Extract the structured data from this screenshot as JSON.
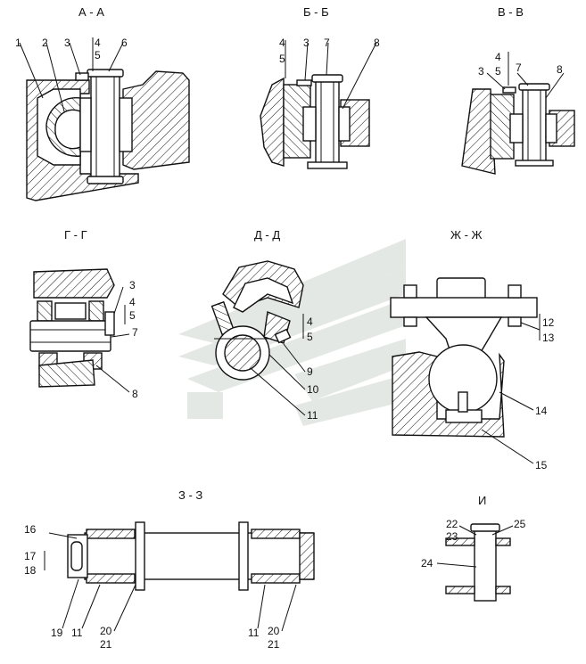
{
  "sections": {
    "aa": {
      "title": "А - А",
      "callouts": [
        "1",
        "2",
        "3",
        "4",
        "5",
        "6"
      ]
    },
    "bb": {
      "title": "Б - Б",
      "callouts": [
        "4",
        "5",
        "3",
        "7",
        "8"
      ]
    },
    "vv": {
      "title": "В - В",
      "callouts": [
        "4",
        "5",
        "3",
        "7",
        "8"
      ]
    },
    "gg": {
      "title": "Г - Г",
      "callouts": [
        "3",
        "4",
        "5",
        "7",
        "8"
      ]
    },
    "dd": {
      "title": "Д - Д",
      "callouts": [
        "4",
        "5",
        "9",
        "10",
        "11"
      ]
    },
    "zhzh": {
      "title": "Ж - Ж",
      "callouts": [
        "12",
        "13",
        "14",
        "15"
      ]
    },
    "zz": {
      "title": "З - З",
      "callouts": [
        "16",
        "17",
        "18",
        "19",
        "11",
        "20",
        "21",
        "11",
        "20",
        "21"
      ]
    },
    "i": {
      "title": "И",
      "callouts": [
        "22",
        "23",
        "25",
        "24"
      ]
    }
  },
  "colors": {
    "line": "#111111",
    "hatch": "#111111",
    "watermark": "#d0d6d0"
  },
  "watermark": {
    "icon": "stylized-arrow-logo"
  }
}
